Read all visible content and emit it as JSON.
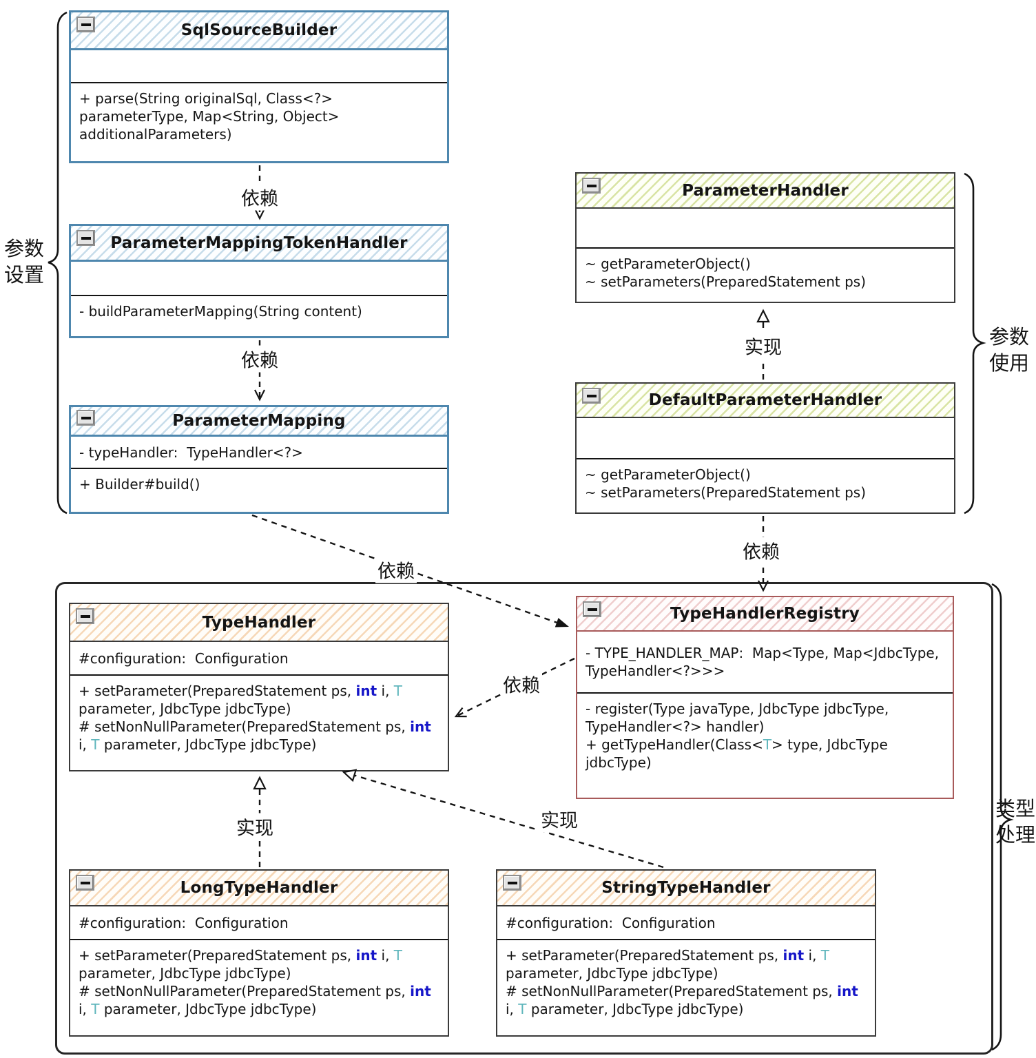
{
  "diagram": {
    "groups": {
      "param_setting": "参数\n设置",
      "param_usage": "参数\n使用",
      "type_handling": "类型\n处理"
    },
    "edges": {
      "sqlsourcebuilder_to_tokenhandler": "依赖",
      "tokenhandler_to_parametermapping": "依赖",
      "defaulthandler_to_parameterhandler": "实现",
      "defaulthandler_to_registry": "依赖",
      "parametermapping_to_registry": "依赖",
      "registry_to_typehandler": "依赖",
      "longtypehandler_to_typehandler": "实现",
      "stringtypehandler_to_typehandler": "实现"
    },
    "colors": {
      "blue_border": "#4e87ae",
      "green_hatch": "#bacd60",
      "orange_hatch": "#eeb276",
      "red_border": "#a85a5a",
      "keyword_int": "#1616c8",
      "generic_t": "#5fb6bc"
    },
    "classes": [
      {
        "name": "SqlSourceBuilder",
        "fields": [],
        "methods": [
          "+ parse(String originalSql, Class<?> parameterType, Map<String, Object> additionalParameters)"
        ]
      },
      {
        "name": "ParameterMappingTokenHandler",
        "fields": [],
        "methods": [
          "- buildParameterMapping(String content)"
        ]
      },
      {
        "name": "ParameterMapping",
        "fields": [
          "- typeHandler:  TypeHandler<?>"
        ],
        "methods": [
          "+ Builder#build()"
        ]
      },
      {
        "name": "ParameterHandler",
        "fields": [],
        "methods": [
          "~ getParameterObject()",
          "~ setParameters(PreparedStatement ps)"
        ]
      },
      {
        "name": "DefaultParameterHandler",
        "fields": [],
        "methods": [
          "~ getParameterObject()",
          "~ setParameters(PreparedStatement ps)"
        ]
      },
      {
        "name": "TypeHandler",
        "fields": [
          "#configuration:  Configuration"
        ],
        "methods": [
          "+ setParameter(PreparedStatement ps, int i, T parameter, JdbcType jdbcType)",
          "# setNonNullParameter(PreparedStatement ps, int i, T parameter, JdbcType jdbcType)"
        ]
      },
      {
        "name": "TypeHandlerRegistry",
        "fields": [
          "- TYPE_HANDLER_MAP:  Map<Type, Map<JdbcType, TypeHandler<?>>>"
        ],
        "methods": [
          "- register(Type javaType, JdbcType jdbcType, TypeHandler<?> handler)",
          "+ getTypeHandler(Class<T> type, JdbcType jdbcType)"
        ]
      },
      {
        "name": "LongTypeHandler",
        "fields": [
          "#configuration:  Configuration"
        ],
        "methods": [
          "+ setParameter(PreparedStatement ps, int i, T parameter, JdbcType jdbcType)",
          "# setNonNullParameter(PreparedStatement ps, int i, T parameter, JdbcType jdbcType)"
        ]
      },
      {
        "name": "StringTypeHandler",
        "fields": [
          "#configuration:  Configuration"
        ],
        "methods": [
          "+ setParameter(PreparedStatement ps, int i, T parameter, JdbcType jdbcType)",
          "# setNonNullParameter(PreparedStatement ps, int i, T parameter, JdbcType jdbcType)"
        ]
      }
    ]
  }
}
